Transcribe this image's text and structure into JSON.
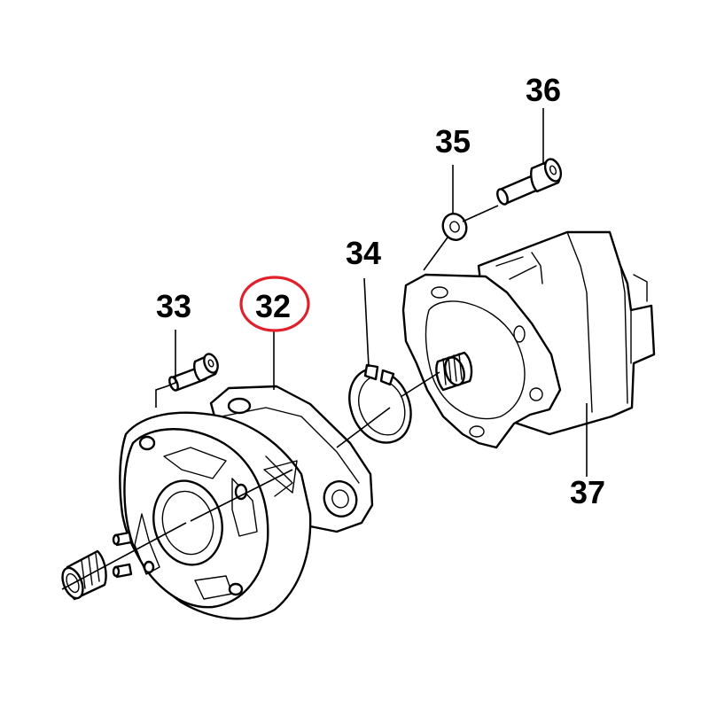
{
  "colors": {
    "line": "#000000",
    "background": "#ffffff",
    "highlight": "#e0202a"
  },
  "callouts": {
    "p32": "32",
    "p33": "33",
    "p34": "34",
    "p35": "35",
    "p36": "36",
    "p37": "37"
  },
  "highlighted_part": "32"
}
